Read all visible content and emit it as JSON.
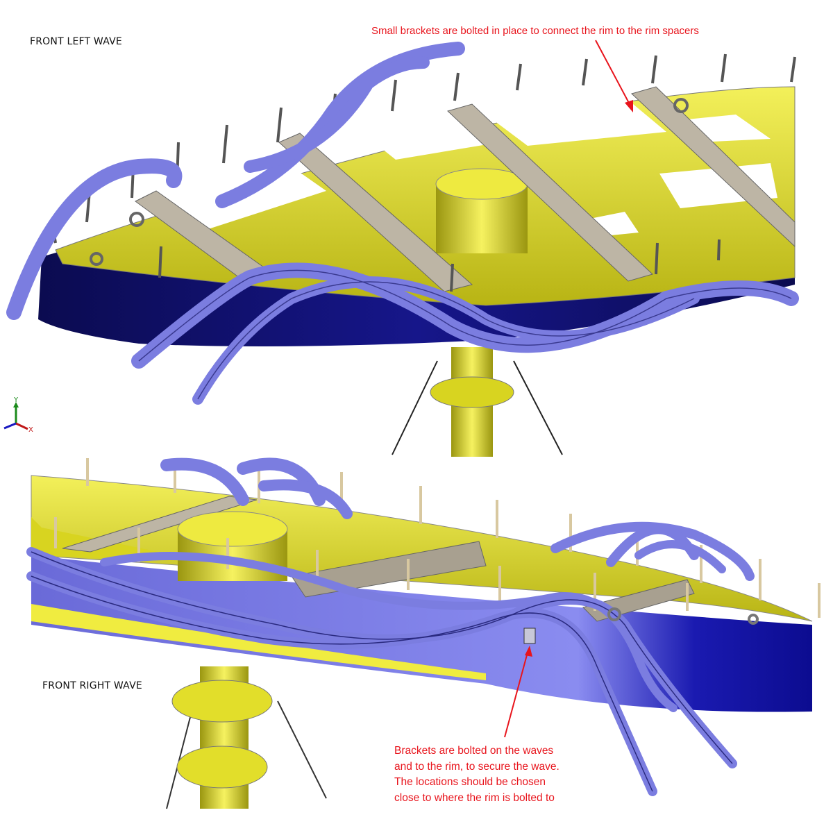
{
  "top_view": {
    "title": "FRONT LEFT WAVE",
    "annotation": "Small brackets are bolted in place to connect the rim to the rim spacers"
  },
  "bottom_view": {
    "title": "FRONT RIGHT WAVE",
    "annotation_lines": [
      "Brackets are bolted on the waves",
      "and to the rim, to secure the wave.",
      "The locations should be chosen",
      "close to where the rim is bolted to"
    ]
  },
  "axis_triad": {
    "x": "X",
    "y": "Y"
  },
  "colors": {
    "frame_yellow": "#e6e22a",
    "rim_navy": "#10106a",
    "wave_purple": "#7b7de0",
    "beam_grey": "#b8b0a0",
    "annotation_red": "#e8141c"
  }
}
